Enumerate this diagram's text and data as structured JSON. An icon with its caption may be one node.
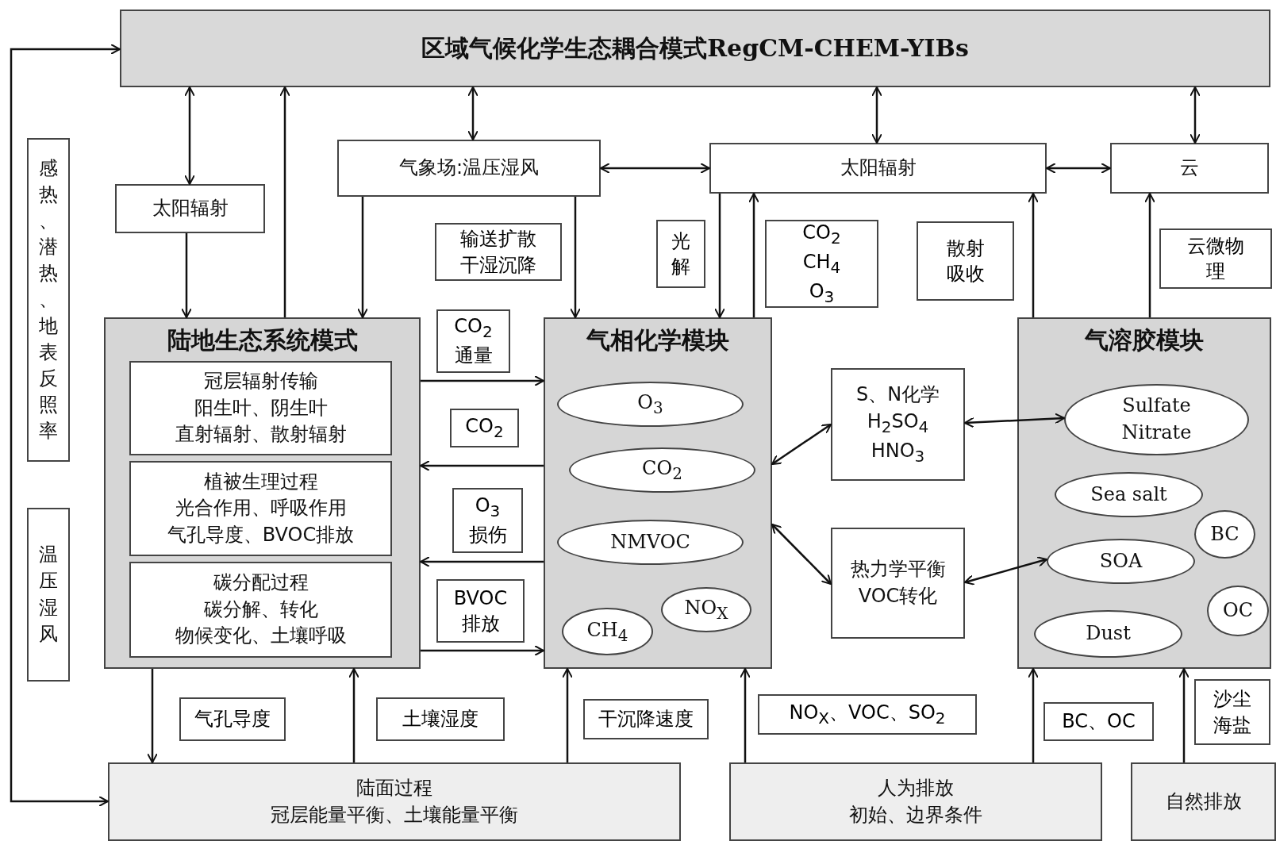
{
  "diagram": {
    "nodes": [
      {
        "text": [
          "区域气候化学生态耦合模式RegCM-CHEM-YIBs"
        ]
      },
      {
        "text": [
          "太阳辐射"
        ]
      },
      {
        "text": [
          "气象场:温压湿风"
        ]
      },
      {
        "text": [
          "太阳辐射"
        ]
      },
      {
        "text": [
          "云"
        ]
      },
      {
        "text": [
          "陆地生态系统模式"
        ]
      },
      {
        "text": [
          "冠层辐射传输",
          "阳生叶、阴生叶",
          "直射辐射、散射辐射"
        ],
        "in": 5
      },
      {
        "text": [
          "植被生理过程",
          "光合作用、呼吸作用",
          "气孔导度、BVOC排放"
        ],
        "in": 5
      },
      {
        "text": [
          "碳分配过程",
          "碳分解、转化",
          "物候变化、土壤呼吸"
        ],
        "in": 5
      },
      {
        "text": [
          "气相化学模块"
        ]
      },
      {
        "text": [
          "O$_{3}$"
        ],
        "in": 9
      },
      {
        "text": [
          "CO$_{2}$"
        ],
        "in": 9
      },
      {
        "text": [
          "NMVOC"
        ],
        "in": 9
      },
      {
        "text": [
          "NO$_{X}$"
        ],
        "in": 9
      },
      {
        "text": [
          "CH$_{4}$"
        ],
        "in": 9
      },
      {
        "text": [
          "S、N化学",
          "H$_{2}$SO$_{4}$",
          "HNO$_{3}$"
        ]
      },
      {
        "text": [
          "热力学平衡",
          "VOC转化"
        ]
      },
      {
        "text": [
          "气溶胶模块"
        ]
      },
      {
        "text": [
          "Sulfate",
          "Nitrate"
        ],
        "in": 17
      },
      {
        "text": [
          "Sea salt"
        ],
        "in": 17
      },
      {
        "text": [
          "BC"
        ],
        "in": 17
      },
      {
        "text": [
          "SOA"
        ],
        "in": 17
      },
      {
        "text": [
          "OC"
        ],
        "in": 17
      },
      {
        "text": [
          "Dust"
        ],
        "in": 17
      },
      {
        "text": [
          "陆面过程",
          "冠层能量平衡、土壤能量平衡"
        ]
      },
      {
        "text": [
          "人为排放",
          "初始、边界条件"
        ]
      },
      {
        "text": [
          "自然排放"
        ]
      },
      {
        "text": [
          "感热、潜热、地表反照率"
        ]
      },
      {
        "text": [
          "温压湿风"
        ]
      }
    ],
    "edges": [
      {
        "from": 0,
        "to": 1,
        "arrow": "both"
      },
      {
        "from": 5,
        "to": 0,
        "arrow": "to"
      },
      {
        "from": 0,
        "to": 2,
        "arrow": "both"
      },
      {
        "from": 0,
        "to": 3,
        "arrow": "both"
      },
      {
        "from": 0,
        "to": 4,
        "arrow": "both"
      },
      {
        "from": 1,
        "to": 5,
        "arrow": "to"
      },
      {
        "from": 2,
        "to": 5,
        "arrow": "to"
      },
      {
        "from": 2,
        "to": 3,
        "arrow": "both"
      },
      {
        "from": 3,
        "to": 4,
        "arrow": "both"
      },
      {
        "from": 2,
        "to": 9,
        "arrow": "to",
        "label": "输送扩散干湿沉降"
      },
      {
        "from": 3,
        "to": 9,
        "arrow": "to",
        "label": "光解"
      },
      {
        "from": 9,
        "to": 3,
        "arrow": "to",
        "label": "CO$_{2}$ CH$_{4}$ O$_{3}$"
      },
      {
        "from": 17,
        "to": 3,
        "arrow": "to",
        "label": "散射吸收"
      },
      {
        "from": 17,
        "to": 4,
        "arrow": "to",
        "label": "云微物理"
      },
      {
        "from": 5,
        "to": 9,
        "arrow": "to",
        "label": "CO$_{2}$ 通量"
      },
      {
        "from": 9,
        "to": 5,
        "arrow": "to",
        "label": "CO$_{2}$"
      },
      {
        "from": 9,
        "to": 5,
        "arrow": "to",
        "label": "O$_{3}$ 损伤"
      },
      {
        "from": 5,
        "to": 9,
        "arrow": "to",
        "label": "BVOC 排放"
      },
      {
        "from": 9,
        "to": 15,
        "arrow": "both"
      },
      {
        "from": 9,
        "to": 16,
        "arrow": "both"
      },
      {
        "from": 15,
        "to": 18,
        "arrow": "both"
      },
      {
        "from": 16,
        "to": 21,
        "arrow": "both"
      },
      {
        "from": 5,
        "to": 24,
        "arrow": "to",
        "label": "气孔导度"
      },
      {
        "from": 24,
        "to": 5,
        "arrow": "to",
        "label": "土壤湿度"
      },
      {
        "from": 24,
        "to": 9,
        "arrow": "to",
        "label": "干沉降速度"
      },
      {
        "from": 25,
        "to": 9,
        "arrow": "to",
        "label": "NO$_{X}$、VOC、SO$_{2}$"
      },
      {
        "from": 25,
        "to": 17,
        "arrow": "to",
        "label": "BC、OC"
      },
      {
        "from": 26,
        "to": 17,
        "arrow": "to",
        "label": "沙尘海盐"
      },
      {
        "from": 24,
        "to": 0,
        "arrow": "both"
      }
    ]
  }
}
